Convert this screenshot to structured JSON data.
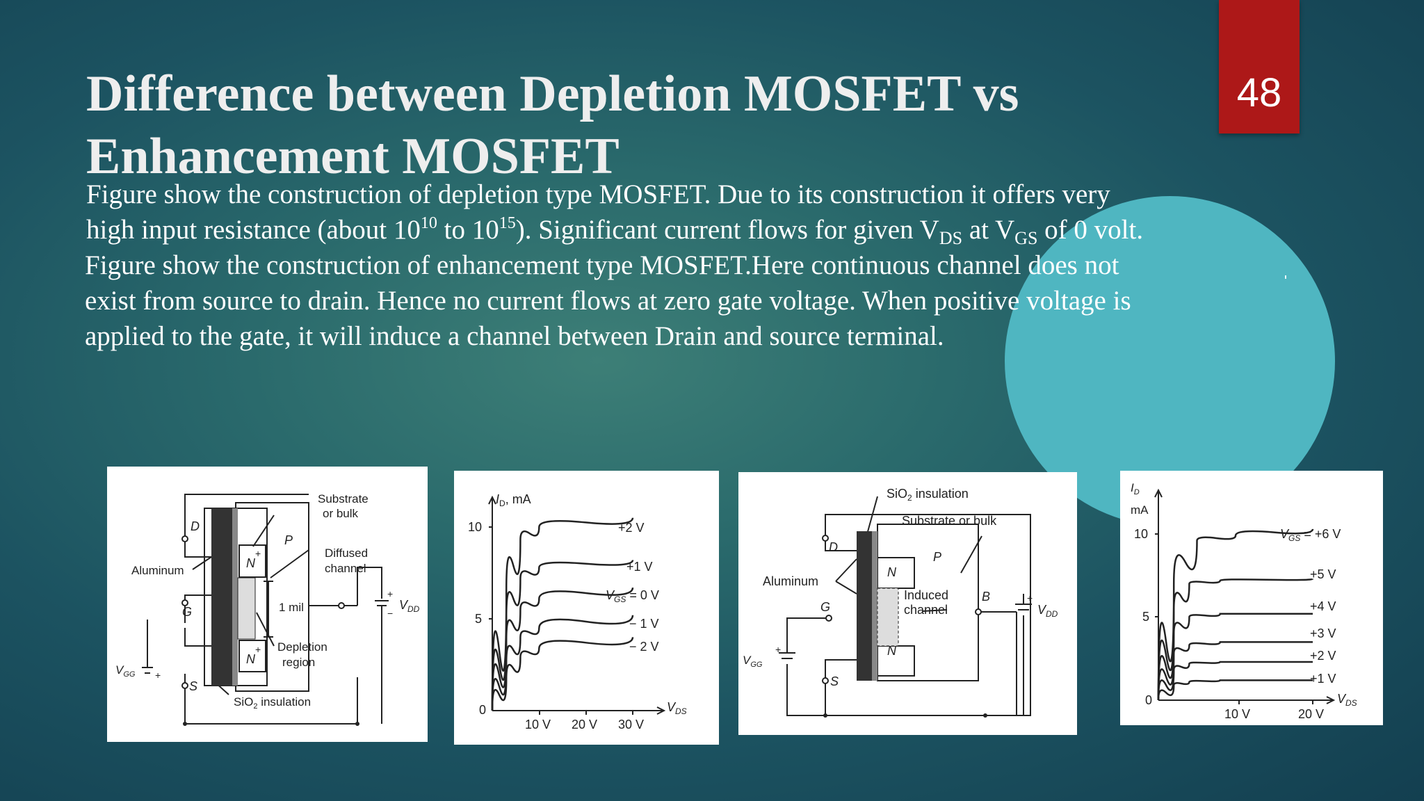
{
  "slide": {
    "page_number": "48",
    "title_line1": "Difference between Depletion MOSFET vs",
    "title_line2": "Enhancement MOSFET",
    "para1": {
      "t1": "Figure show the construction of depletion type MOSFET. Due to its construction it offers very high input resistance (about 10",
      "exp1": "10",
      "t2": " to 10",
      "exp2": "15",
      "t3": "). Significant current flows for given V",
      "sub1": "DS",
      "t4": " at V",
      "sub2": "GS",
      "t5": " of 0 volt."
    },
    "para2": "Figure show the construction of enhancement type MOSFET.Here continuous channel does not exist from source to drain. Hence no current flows at zero gate voltage. When positive voltage is applied to the gate, it will induce a channel between Drain and source terminal."
  },
  "fig1": {
    "substrate_1": "Substrate",
    "substrate_2": "or bulk",
    "d": "D",
    "p": "P",
    "n": "N",
    "plus": "+",
    "diffused_1": "Diffused",
    "diffused_2": "channel",
    "aluminum": "Aluminum",
    "one_mil": "1 mil",
    "g": "G",
    "vdd": "V",
    "vdd_sub": "DD",
    "depletion_1": "Depletion",
    "depletion_2": "region",
    "vgg": "V",
    "vgg_sub": "GG",
    "s": "S",
    "sio2": "SiO",
    "sio2_sub": "2",
    "sio2_rest": " insulation",
    "minus": "−"
  },
  "fig2": {
    "chart_data": {
      "type": "line",
      "ylabel": "I_D, mA",
      "xlabel": "V_DS",
      "yticks": [
        "10",
        "5",
        "0"
      ],
      "xticks": [
        "10 V",
        "20 V",
        "30 V"
      ],
      "series": [
        {
          "name": "+2 V",
          "values": [
            [
              0,
              0
            ],
            [
              3,
              6.5
            ],
            [
              6,
              9.3
            ],
            [
              10,
              10
            ],
            [
              30,
              10.5
            ]
          ]
        },
        {
          "name": "+1 V",
          "values": [
            [
              0,
              0
            ],
            [
              3,
              5
            ],
            [
              6,
              7.2
            ],
            [
              10,
              7.8
            ],
            [
              30,
              8.2
            ]
          ]
        },
        {
          "name": "V_GS = 0 V",
          "values": [
            [
              0,
              0
            ],
            [
              3,
              3.8
            ],
            [
              6,
              5.5
            ],
            [
              10,
              6.1
            ],
            [
              30,
              6.7
            ]
          ]
        },
        {
          "name": "−1 V",
          "values": [
            [
              0,
              0
            ],
            [
              3,
              2.6
            ],
            [
              6,
              4
            ],
            [
              10,
              4.5
            ],
            [
              30,
              5.2
            ]
          ]
        },
        {
          "name": "−2 V",
          "values": [
            [
              0,
              0
            ],
            [
              3,
              1.7
            ],
            [
              6,
              2.9
            ],
            [
              10,
              3.4
            ],
            [
              30,
              4
            ]
          ]
        }
      ]
    },
    "ylabel_i": "I",
    "ylabel_sub": "D",
    "ylabel_rest": ", mA",
    "y10": "10",
    "y5": "5",
    "y0": "0",
    "x10": "10 V",
    "x20": "20 V",
    "x30": "30 V",
    "xlabel_v": "V",
    "xlabel_sub": "DS",
    "l_p2": "+2 V",
    "l_p1": "+1 V",
    "l_vgs": "V",
    "l_vgs_sub": "GS",
    "l_vgs_rest": " = 0 V",
    "l_m1": "− 1 V",
    "l_m2": "− 2 V"
  },
  "fig3": {
    "sio2": "SiO",
    "sio2_sub": "2",
    "sio2_rest": " insulation",
    "substrate": "Substrate or bulk",
    "d": "D",
    "p": "P",
    "n1": "N",
    "n2": "N",
    "aluminum": "Aluminum",
    "induced_1": "Induced",
    "induced_2": "channel",
    "g": "G",
    "b": "B",
    "vdd": "V",
    "vdd_sub": "DD",
    "vgg": "V",
    "vgg_sub": "GG",
    "s": "S",
    "plus": "+"
  },
  "fig4": {
    "chart_data": {
      "type": "line",
      "ylabel": "I_D mA",
      "xlabel": "V_DS",
      "yticks": [
        "10",
        "5",
        "0"
      ],
      "xticks": [
        "10 V",
        "20 V"
      ],
      "series": [
        {
          "name": "V_GS = +6 V",
          "values": [
            [
              0,
              0
            ],
            [
              2,
              7
            ],
            [
              5,
              9.6
            ],
            [
              10,
              9.9
            ],
            [
              20,
              10.3
            ]
          ]
        },
        {
          "name": "+5 V",
          "values": [
            [
              0,
              0
            ],
            [
              2,
              5.4
            ],
            [
              4,
              7
            ],
            [
              8,
              7.2
            ],
            [
              20,
              7.3
            ]
          ]
        },
        {
          "name": "+4 V",
          "values": [
            [
              0,
              0
            ],
            [
              2,
              4
            ],
            [
              4,
              5
            ],
            [
              8,
              5.2
            ],
            [
              20,
              5.2
            ]
          ]
        },
        {
          "name": "+3 V",
          "values": [
            [
              0,
              0
            ],
            [
              2,
              2.8
            ],
            [
              4,
              3.3
            ],
            [
              8,
              3.5
            ],
            [
              20,
              3.5
            ]
          ]
        },
        {
          "name": "+2 V",
          "values": [
            [
              0,
              0
            ],
            [
              2,
              1.8
            ],
            [
              4,
              2.2
            ],
            [
              8,
              2.3
            ],
            [
              20,
              2.3
            ]
          ]
        },
        {
          "name": "+1 V",
          "values": [
            [
              0,
              0
            ],
            [
              2,
              0.9
            ],
            [
              4,
              1.1
            ],
            [
              8,
              1.2
            ],
            [
              20,
              1.2
            ]
          ]
        }
      ]
    },
    "ylabel_i": "I",
    "ylabel_sub": "D",
    "ylabel_ma": "mA",
    "y10": "10",
    "y5": "5",
    "y0": "0",
    "x10": "10 V",
    "x20": "20 V",
    "xlabel_v": "V",
    "xlabel_sub": "DS",
    "l_vgs": "V",
    "l_vgs_sub": "GS",
    "l_vgs_rest": " = +6 V",
    "l_5": "+5 V",
    "l_4": "+4 V",
    "l_3": "+3 V",
    "l_2": "+2 V",
    "l_1": "+1 V"
  }
}
